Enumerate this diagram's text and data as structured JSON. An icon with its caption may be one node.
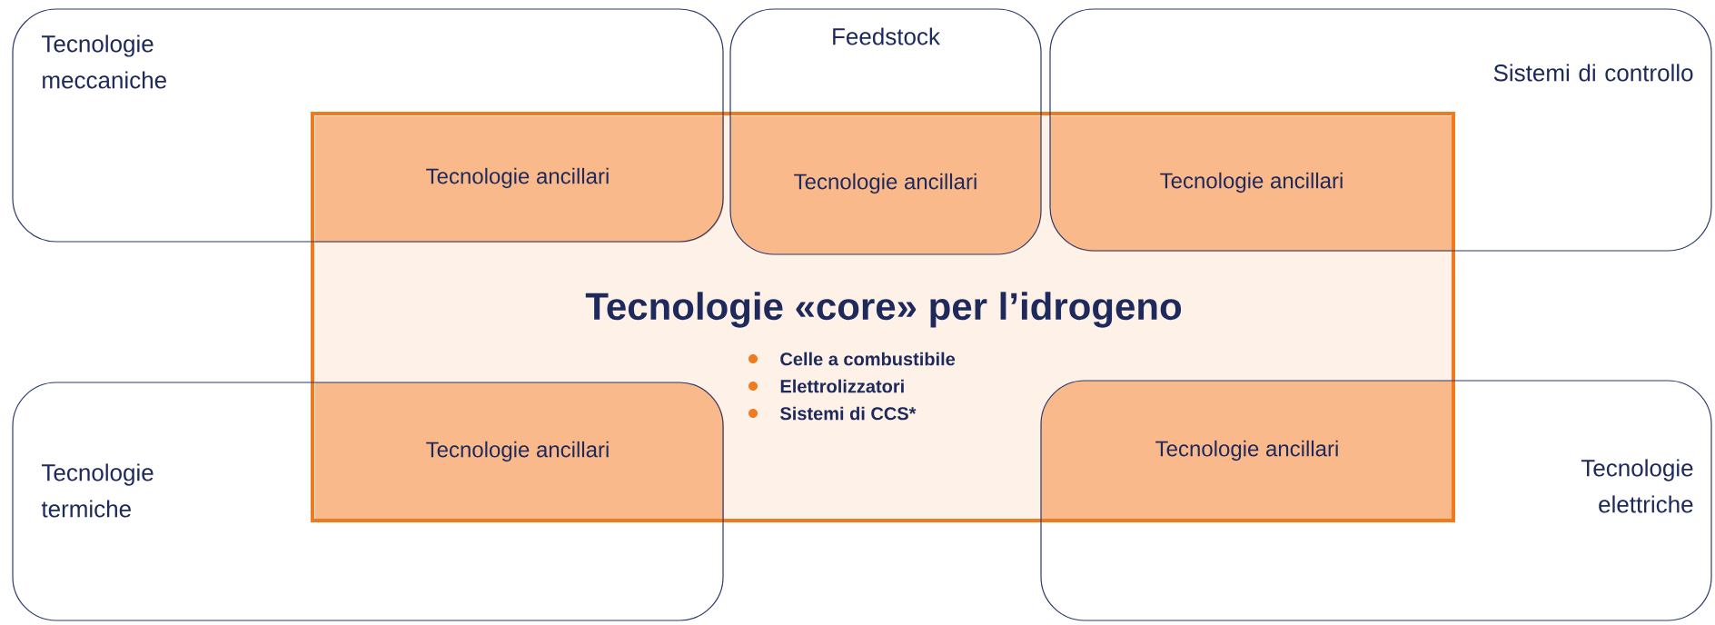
{
  "diagram": {
    "nodes": [
      {
        "text": [
          "Tecnologie meccaniche"
        ]
      },
      {
        "text": [
          "Feedstock"
        ]
      },
      {
        "text": [
          "Sistemi di controllo"
        ]
      },
      {
        "text": [
          "Tecnologie «core» per l’idrogeno",
          "Celle a combustibile",
          "Elettrolizzatori",
          "Sistemi di CCS*"
        ]
      },
      {
        "text": [
          "Tecnologie ancillari"
        ],
        "in": 0
      },
      {
        "text": [
          "Tecnologie ancillari"
        ],
        "in": 1
      },
      {
        "text": [
          "Tecnologie ancillari"
        ],
        "in": 2
      },
      {
        "text": [
          "Tecnologie ancillari"
        ],
        "in": 9
      },
      {
        "text": [
          "Tecnologie ancillari"
        ],
        "in": 10
      },
      {
        "text": [
          "Tecnologie termiche"
        ]
      },
      {
        "text": [
          "Tecnologie elettriche"
        ]
      }
    ]
  }
}
